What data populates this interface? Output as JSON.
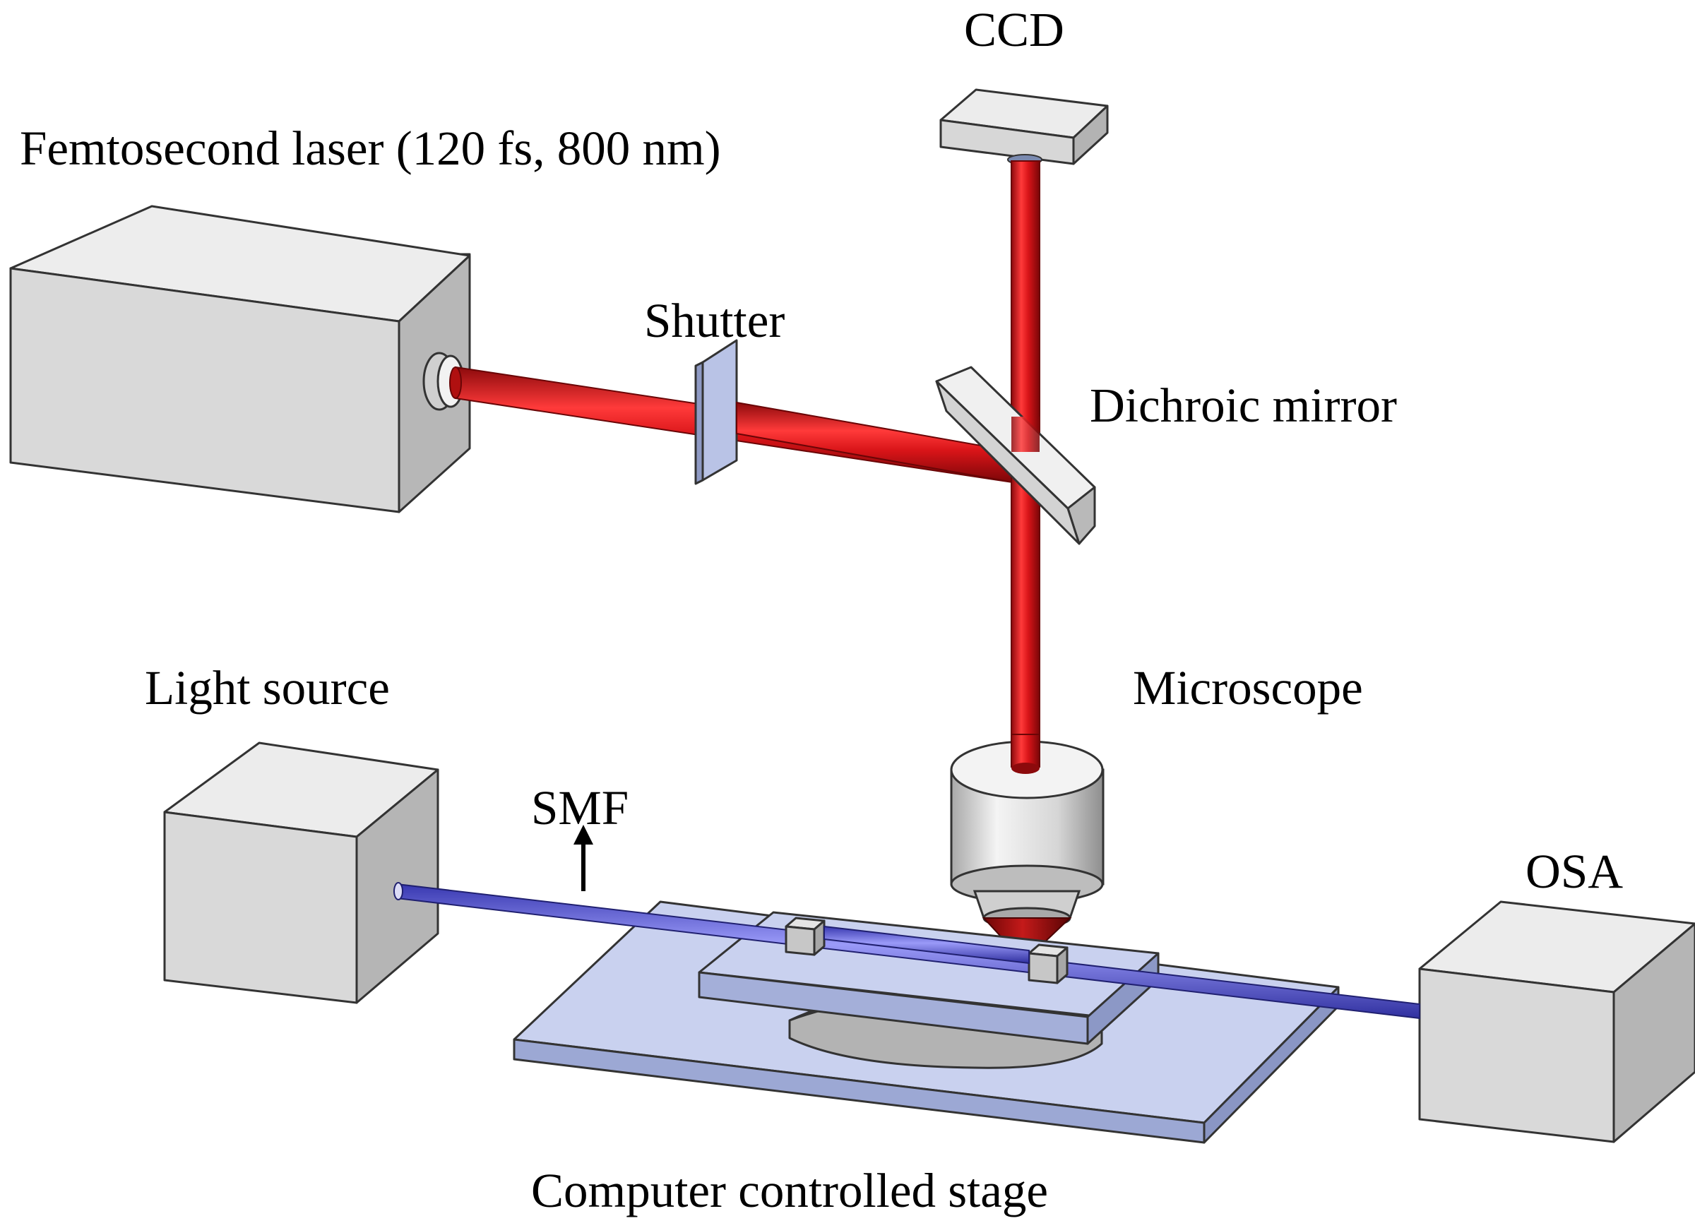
{
  "labels": {
    "laser": "Femtosecond laser (120 fs, 800 nm)",
    "ccd": "CCD",
    "shutter": "Shutter",
    "dichroic": "Dichroic mirror",
    "microscope": "Microscope",
    "light_source": "Light source",
    "smf": "SMF",
    "osa": "OSA",
    "stage": "Computer controlled stage"
  },
  "colors": {
    "laser_beam": "#d81418",
    "fiber": "#6e6ee8",
    "box_front": "#d9d9d9",
    "box_side": "#b3b3b3",
    "box_top": "#ececec",
    "stage": "#c9d1ef",
    "shutter": "#b9c3e6",
    "focus_cone": "#9a1010",
    "outline": "#333333"
  }
}
